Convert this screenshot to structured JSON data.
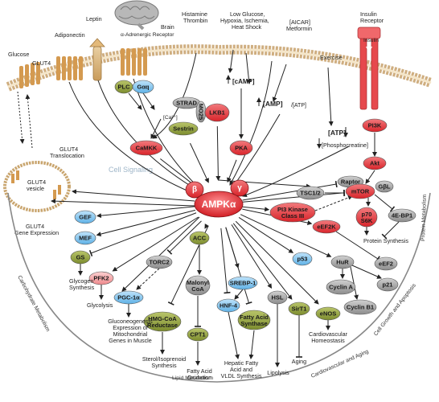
{
  "watermark": "Cell Signaling",
  "center": {
    "label": "AMPKα",
    "beta": "β",
    "gamma": "γ"
  },
  "top_labels": {
    "brain": "Brain",
    "leptin": "Leptin",
    "alpha_adrenergic": "α-Adrenergic\nReceptor",
    "adiponectin": "Adiponectin",
    "glucose": "Glucose",
    "glut4": "GLUT4",
    "histamine": "Histamine\nThrombin",
    "low_glucose": "Low Glucose,\nHypoxia, Ischemia,\nHeat Shock",
    "aicar": "[AICAR]\nMetformin",
    "insulin_receptor": "Insulin\nReceptor",
    "insulin": "Insulin",
    "exercise": "Exercise",
    "camp": "[cAMP]",
    "amp_atp": "[AMP]",
    "atp_slash": "/[ATP]",
    "ca": "[Ca²⁺]",
    "atp_down": "[ATP]",
    "phosphocreatine": "[Phosphocreatine]",
    "glut4_translocation": "GLUT4\nTranslocation",
    "glut4_vesicle": "GLUT4\nvesicle",
    "glut4_gene": "GLUT4\nGene Expression"
  },
  "nodes": {
    "plc": "PLC",
    "gaq": "Gαq",
    "strad": "STRAD",
    "mo25": "MO25",
    "lkb1": "LKB1",
    "sestrin": "Sestrin",
    "camkk": "CaMKK",
    "pka": "PKA",
    "pi3k": "PI3K",
    "akt": "Akt",
    "raptor": "Raptor",
    "tsc": "TSC1/2",
    "mtor": "mTOR",
    "gbl": "GβL",
    "pi3k3": "PI3 Kinase\nClass III",
    "p70": "p70\nS6K",
    "ebp1": "4E-BP1",
    "eef2k": "eEF2K",
    "eef2": "eEF2",
    "gef": "GEF",
    "mef": "MEF",
    "gs": "GS",
    "pfk2": "PFK2",
    "torc2": "TORC2",
    "pgc1a": "PGC-1α",
    "acc": "ACC",
    "malonyl": "Malonyl\nCoA",
    "cpt1": "CPT1",
    "hmg": "HMG-CoA\nReductase",
    "hnf4": "HNF-4",
    "srebp": "SREBP-1",
    "fas": "Fatty Acid\nSynthase",
    "hsl": "HSL",
    "p53": "p53",
    "sirt1": "SirT1",
    "enos": "eNOS",
    "hur": "HuR",
    "cyclina": "Cyclin A",
    "cyclinb": "Cyclin B1",
    "p21": "p21"
  },
  "outputs": {
    "protein_synthesis": "Protein Synthesis",
    "glycogen": "Glycogen\nSynthesis",
    "glycolysis": "Glycolysis",
    "gluconeo": "Gluconeogenesis\nExpression of\nMitochondrial\nGenes in Muscle",
    "sterol": "Sterol/Isoprenoid\nSynthesis",
    "fa_oxidation": "Fatty Acid\nOxidation",
    "hepatic": "Hepatic Fatty\nAcid and\nVLDL Synthesis",
    "lipolysis": "Lipolysis",
    "aging": "Aging",
    "cardio": "Cardiovascular\nHomeostasis"
  },
  "arc_labels": {
    "carb": "Carbohydrate Metabolism",
    "lipid": "Lipid Metabolism",
    "cardio_aging": "Cardiovascular and Aging",
    "cell_growth": "Cell Growth and Apoptosis",
    "protein": "Protein Metabolism"
  },
  "colors": {
    "red": "#e8383d",
    "pink": "#f4a0a3",
    "olive": "#8a9a3a",
    "gray": "#9a9a9a",
    "blue": "#2b8fd6",
    "lightblue": "#8cc8ee",
    "membrane": "#d8b07a",
    "receptor": "#d49a50"
  }
}
